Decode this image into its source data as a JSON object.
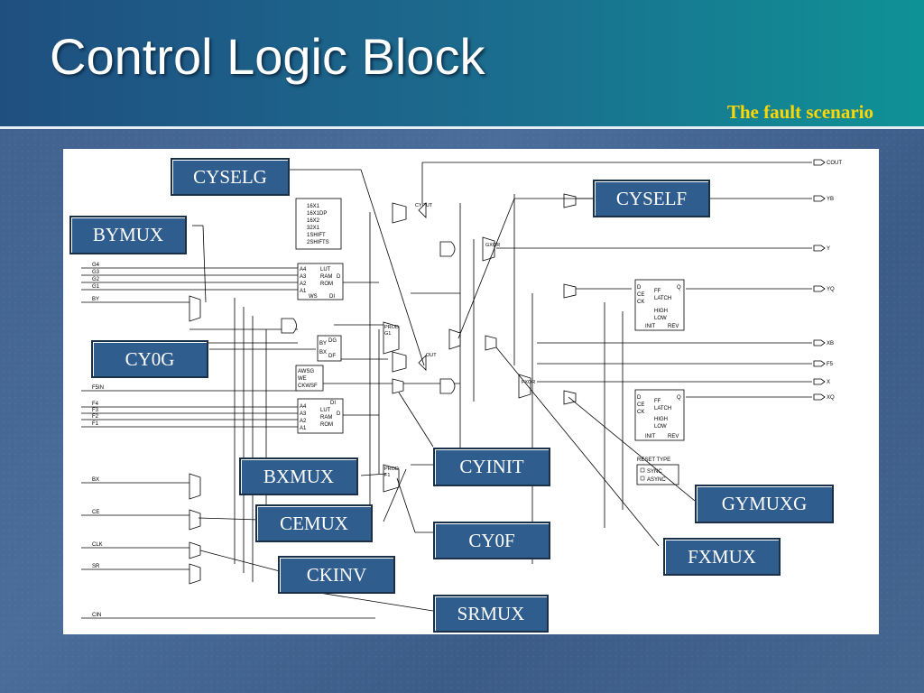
{
  "slide": {
    "title": "Control Logic Block",
    "subtitle": "The fault scenario"
  },
  "callouts": {
    "cyselg": "CYSELG",
    "bymux": "BYMUX",
    "cy0g": "CY0G",
    "bxmux": "BXMUX",
    "cemux": "CEMUX",
    "ckinv": "CKINV",
    "cyselF": "CYSELF",
    "cyinit": "CYINIT",
    "cy0f": "CY0F",
    "srmux": "SRMUX",
    "gymuxg": "GYMUXG",
    "fxmux": "FXMUX"
  },
  "diagram": {
    "inputs": [
      "G4",
      "G3",
      "G2",
      "G1",
      "BY",
      "F5IN",
      "F4",
      "F3",
      "F2",
      "F1",
      "BX",
      "CE",
      "CLK",
      "SR",
      "CIN"
    ],
    "outputs": [
      "COUT",
      "YB",
      "Y",
      "YQ",
      "XB",
      "F5",
      "X",
      "XQ"
    ],
    "lut_options": [
      "16X1",
      "16X1DP",
      "16X2",
      "32X1",
      "1SHIFT",
      "2SHIFTS"
    ],
    "lut_g": {
      "pins": [
        "A4",
        "A3",
        "A2",
        "A1",
        "WS",
        "DI",
        "D"
      ],
      "modes": [
        "LUT",
        "RAM",
        "ROM"
      ]
    },
    "lut_f": {
      "pins": [
        "A4",
        "A3",
        "A2",
        "A1",
        "DI",
        "D"
      ],
      "modes": [
        "LUT",
        "RAM",
        "ROM"
      ]
    },
    "wr_block": [
      "BY",
      "BX",
      "DG",
      "DF",
      "AWSG",
      "WE",
      "CKWSF"
    ],
    "ff_top": {
      "pins": [
        "D",
        "CE",
        "CK",
        "Q",
        "INIT",
        "REV"
      ],
      "modes": [
        "FF",
        "LATCH",
        "HIGH",
        "LOW"
      ]
    },
    "ff_bot": {
      "pins": [
        "D",
        "CE",
        "CK",
        "Q",
        "INIT",
        "REV"
      ],
      "modes": [
        "FF",
        "LATCH",
        "HIGH",
        "LOW"
      ]
    },
    "reset_type": {
      "title": "RESET TYPE",
      "options": [
        "SYNC",
        "ASYNC"
      ]
    },
    "mux_labels": [
      "PROD",
      "G1",
      "PROD",
      "F1",
      "GXOR",
      "FXOR",
      "CYOUT",
      "OUT"
    ]
  }
}
